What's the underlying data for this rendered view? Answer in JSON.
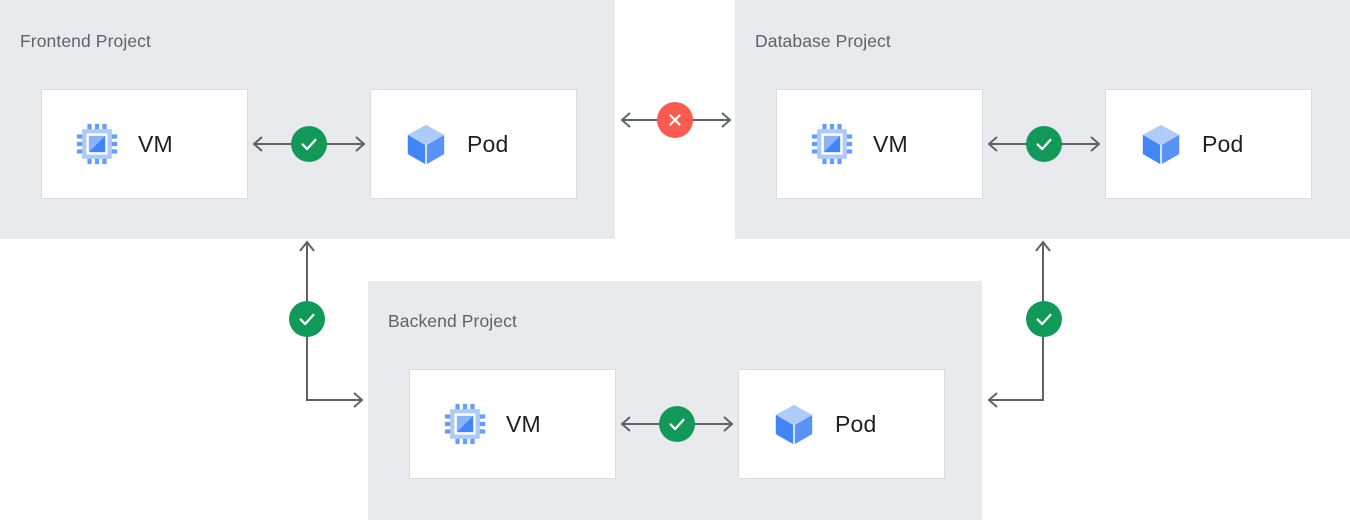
{
  "diagram": {
    "title_color": "#5f6368",
    "panel_background": "#e8eaed",
    "card_background": "#ffffff",
    "card_border_color": "#dadce0",
    "connector_color": "#5f6368",
    "status_ok_color": "#12995a",
    "status_blocked_color": "#fa5a50"
  },
  "panels": [
    {
      "id": "frontend",
      "title": "Frontend Project",
      "resources": [
        {
          "id": "frontend-vm",
          "label": "VM",
          "icon": "cpu-chip-icon"
        },
        {
          "id": "frontend-pod",
          "label": "Pod",
          "icon": "cube-icon"
        }
      ],
      "internal_link_status": "allowed"
    },
    {
      "id": "database",
      "title": "Database Project",
      "resources": [
        {
          "id": "database-vm",
          "label": "VM",
          "icon": "cpu-chip-icon"
        },
        {
          "id": "database-pod",
          "label": "Pod",
          "icon": "cube-icon"
        }
      ],
      "internal_link_status": "allowed"
    },
    {
      "id": "backend",
      "title": "Backend Project",
      "resources": [
        {
          "id": "backend-vm",
          "label": "VM",
          "icon": "cpu-chip-icon"
        },
        {
          "id": "backend-pod",
          "label": "Pod",
          "icon": "cube-icon"
        }
      ],
      "internal_link_status": "allowed"
    }
  ],
  "connections": [
    {
      "id": "frontend-vm-to-pod",
      "from": "frontend-vm",
      "to": "frontend-pod",
      "status": "allowed",
      "direction": "bidirectional"
    },
    {
      "id": "database-vm-to-pod",
      "from": "database-vm",
      "to": "database-pod",
      "status": "allowed",
      "direction": "bidirectional"
    },
    {
      "id": "backend-vm-to-pod",
      "from": "backend-vm",
      "to": "backend-pod",
      "status": "allowed",
      "direction": "bidirectional"
    },
    {
      "id": "frontend-to-database",
      "from": "frontend",
      "to": "database",
      "status": "blocked",
      "direction": "bidirectional"
    },
    {
      "id": "frontend-to-backend",
      "from": "frontend",
      "to": "backend",
      "status": "allowed",
      "direction": "bidirectional"
    },
    {
      "id": "database-to-backend",
      "from": "database",
      "to": "backend",
      "status": "allowed",
      "direction": "bidirectional"
    }
  ],
  "status_badges": {
    "allowed": {
      "icon": "check-icon",
      "label": "allowed"
    },
    "blocked": {
      "icon": "close-icon",
      "label": "blocked"
    }
  }
}
